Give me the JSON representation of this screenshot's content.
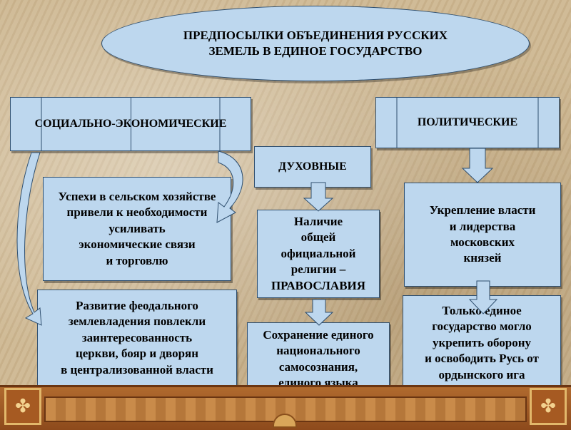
{
  "title": "ПРЕДПОСЫЛКИ ОБЪЕДИНЕНИЯ РУССКИХ\nЗЕМЕЛЬ В ЕДИНОЕ ГОСУДАРСТВО",
  "categories": {
    "social_economic": "СОЦИАЛЬНО-ЭКОНОМИЧЕСКИЕ",
    "spiritual": "ДУХОВНЫЕ",
    "political": "ПОЛИТИЧЕСКИЕ"
  },
  "boxes": {
    "agriculture": "Успехи в сельском хозяйстве\nпривели к необходимости\nусиливать\nэкономические связи\nи торговлю",
    "feudal": "Развитие феодального\nземлевладения повлекли\nзаинтересованность\nцеркви, бояр и дворян\nв централизованной власти",
    "religion": "Наличие\nобщей\nофициальной\nрелигии –\nПРАВОСЛАВИЯ",
    "selfawareness": "Сохранение единого\nнационального\nсамосознания,\nединого языка\nи правовых норм",
    "power": "Укрепление власти\nи лидерства\nмосковских\nкнязей",
    "defense": "Только единое\nгосударство могло\nукрепить оборону\nи освободить Русь от\nордынского ига"
  },
  "colors": {
    "box_fill": "#bdd7ee",
    "box_border": "#2f4f6f",
    "background": "#cdb791",
    "footer": "#a65a22"
  }
}
